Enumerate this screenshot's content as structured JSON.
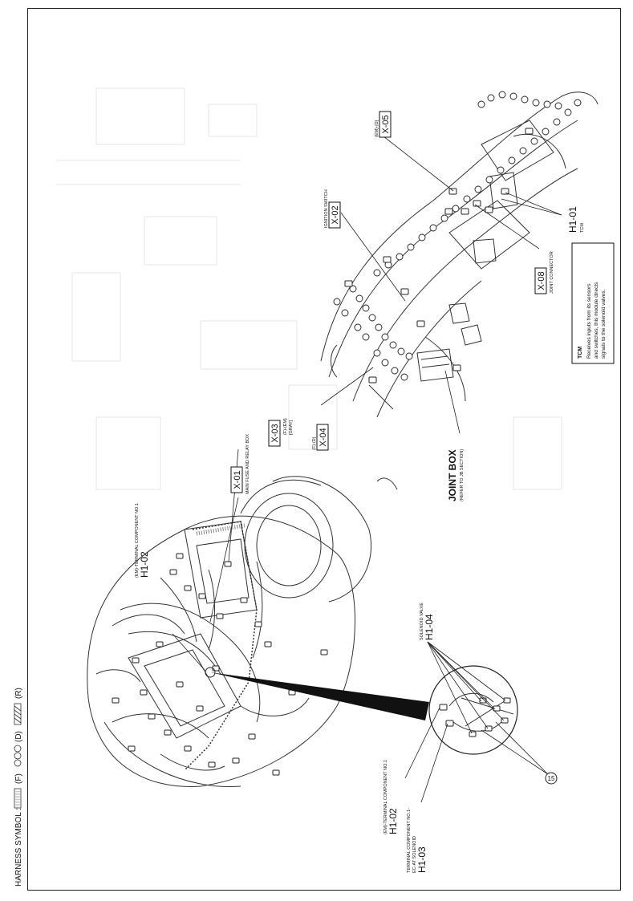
{
  "harness_symbol": {
    "label": "HARNESS SYMBOL :",
    "f": "(F)",
    "d": "(D)",
    "r": "(R)"
  },
  "callouts": {
    "x01": {
      "code": "X-01",
      "name": "MAIN FUSE AND RELAY BOX"
    },
    "x03": {
      "code": "X-03",
      "sub": "(F)-(EM)",
      "sub2": "[GRAY]"
    },
    "x04": {
      "code": "X-04",
      "sub": "(F)-(D)"
    },
    "x02": {
      "code": "X-02",
      "name": "IGNITION SWITCH"
    },
    "x05": {
      "code": "X-05",
      "sub": "(EM)-(D)"
    },
    "x08": {
      "code": "X-08",
      "name": "JOINT CONNECTOR"
    },
    "h101": {
      "code": "H1-01",
      "name": "TCM"
    },
    "h102_top": {
      "code": "H1-02",
      "sub": "(EM)-TERMINAL COMPONENT NO.1"
    },
    "h102_bot": {
      "code": "H1-02",
      "sub": "(EM)-TERMINAL COMPONENT NO.1"
    },
    "h103": {
      "code": "H1-03",
      "sub": "TERMINAL COMPONENT NO.1-",
      "sub2": "EC-AT SOLENOID"
    },
    "h104": {
      "code": "H1-04",
      "name": "SOLENOID VALVE"
    },
    "joint_box": {
      "code": "JOINT BOX",
      "sub": "(REFER TO JB SECTION)"
    },
    "num15": "15"
  },
  "note": {
    "title": "TCM",
    "line1": "Receives inputs from its sensors",
    "line2": "and switches, this module directs",
    "line3": "signals to the solenoid valves."
  }
}
